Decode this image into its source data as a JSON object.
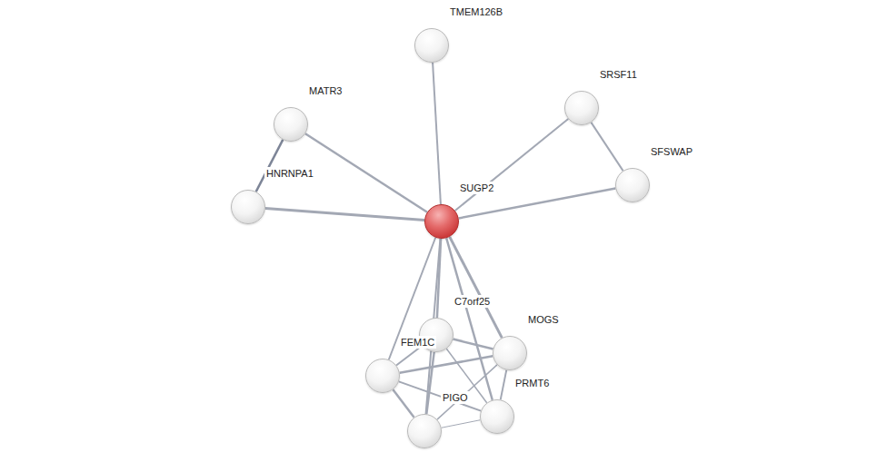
{
  "diagram": {
    "nodes": [
      {
        "text": [
          "TMEM126B"
        ]
      },
      {
        "text": [
          "SRSF11"
        ]
      },
      {
        "text": [
          "MATR3"
        ]
      },
      {
        "text": [
          "SFSWAP"
        ]
      },
      {
        "text": [
          "HNRNPA1"
        ]
      },
      {
        "text": [
          "SUGP2"
        ]
      },
      {
        "text": [
          "C7orf25"
        ]
      },
      {
        "text": [
          "MOGS"
        ]
      },
      {
        "text": [
          "FEM1C"
        ]
      },
      {
        "text": [
          "PRMT6"
        ]
      },
      {
        "text": [
          "PIGO"
        ]
      }
    ],
    "edges": [
      {
        "from": 5,
        "to": 0,
        "arrow": "none"
      },
      {
        "from": 5,
        "to": 1,
        "arrow": "none"
      },
      {
        "from": 5,
        "to": 2,
        "arrow": "none"
      },
      {
        "from": 5,
        "to": 3,
        "arrow": "none"
      },
      {
        "from": 5,
        "to": 4,
        "arrow": "none"
      },
      {
        "from": 5,
        "to": 6,
        "arrow": "none"
      },
      {
        "from": 5,
        "to": 7,
        "arrow": "none"
      },
      {
        "from": 5,
        "to": 8,
        "arrow": "none"
      },
      {
        "from": 5,
        "to": 9,
        "arrow": "none"
      },
      {
        "from": 5,
        "to": 10,
        "arrow": "none"
      },
      {
        "from": 2,
        "to": 4,
        "arrow": "none"
      },
      {
        "from": 1,
        "to": 3,
        "arrow": "none"
      },
      {
        "from": 6,
        "to": 7,
        "arrow": "none"
      },
      {
        "from": 6,
        "to": 8,
        "arrow": "none"
      },
      {
        "from": 6,
        "to": 9,
        "arrow": "none"
      },
      {
        "from": 6,
        "to": 10,
        "arrow": "none"
      },
      {
        "from": 8,
        "to": 7,
        "arrow": "none"
      },
      {
        "from": 8,
        "to": 9,
        "arrow": "none"
      },
      {
        "from": 8,
        "to": 10,
        "arrow": "none"
      },
      {
        "from": 10,
        "to": 7,
        "arrow": "none"
      },
      {
        "from": 10,
        "to": 9,
        "arrow": "none"
      },
      {
        "from": 7,
        "to": 9,
        "arrow": "none"
      }
    ]
  }
}
